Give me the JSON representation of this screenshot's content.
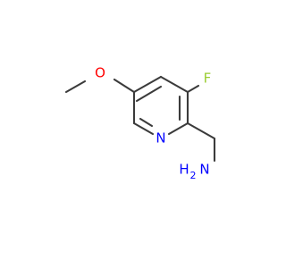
{
  "molecule": {
    "atoms": {
      "fluorine": {
        "label": "F",
        "color": "#9ACD32"
      },
      "oxygen": {
        "label": "O",
        "color": "#FF0000"
      },
      "nitrogen_ring": {
        "label": "N",
        "color": "#0000FF"
      },
      "amine_n": {
        "label": "N",
        "color": "#0000FF"
      },
      "amine_h": {
        "label": "H",
        "color": "#0000FF"
      },
      "amine_h2": {
        "label": "2",
        "color": "#0000FF"
      }
    },
    "bond_color": "#3b3b3b"
  }
}
